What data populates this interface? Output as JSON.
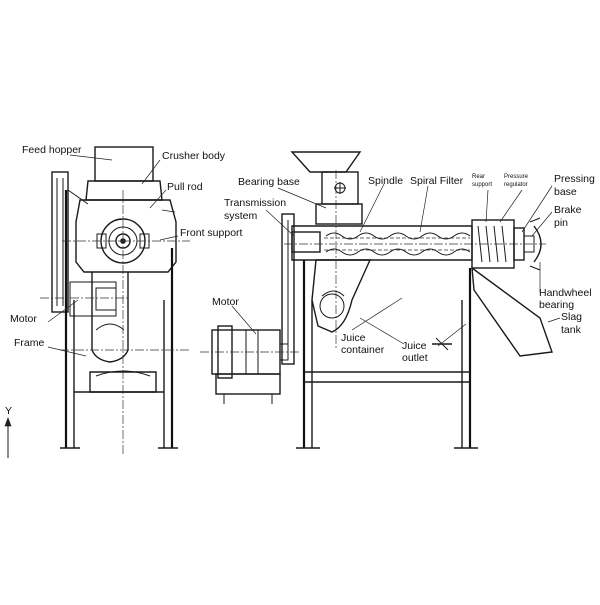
{
  "labels": {
    "feed_hopper": "Feed hopper",
    "crusher_body": "Crusher body",
    "pull_rod": "Pull rod",
    "front_support": "Front support",
    "motor_left": "Motor",
    "frame": "Frame",
    "bearing_base": "Bearing base",
    "transmission_1": "Transmission",
    "transmission_2": "system",
    "spindle": "Spindle",
    "spiral_filter": "Spiral Filter",
    "rear_support_1": "Rear",
    "rear_support_2": "support",
    "pressure_regulator_1": "Pressure",
    "pressure_regulator_2": "regulator",
    "pressing_base_1": "Pressing",
    "pressing_base_2": "base",
    "brake_pin_1": "Brake",
    "brake_pin_2": "pin",
    "motor_right": "Motor",
    "juice_container_1": "Juice",
    "juice_container_2": "container",
    "juice_outlet_1": "Juice",
    "juice_outlet_2": "outlet",
    "handwheel_bearing_1": "Handwheel",
    "handwheel_bearing_2": "bearing",
    "slag_tank_1": "Slag",
    "slag_tank_2": "tank",
    "axis_y": "Y"
  }
}
